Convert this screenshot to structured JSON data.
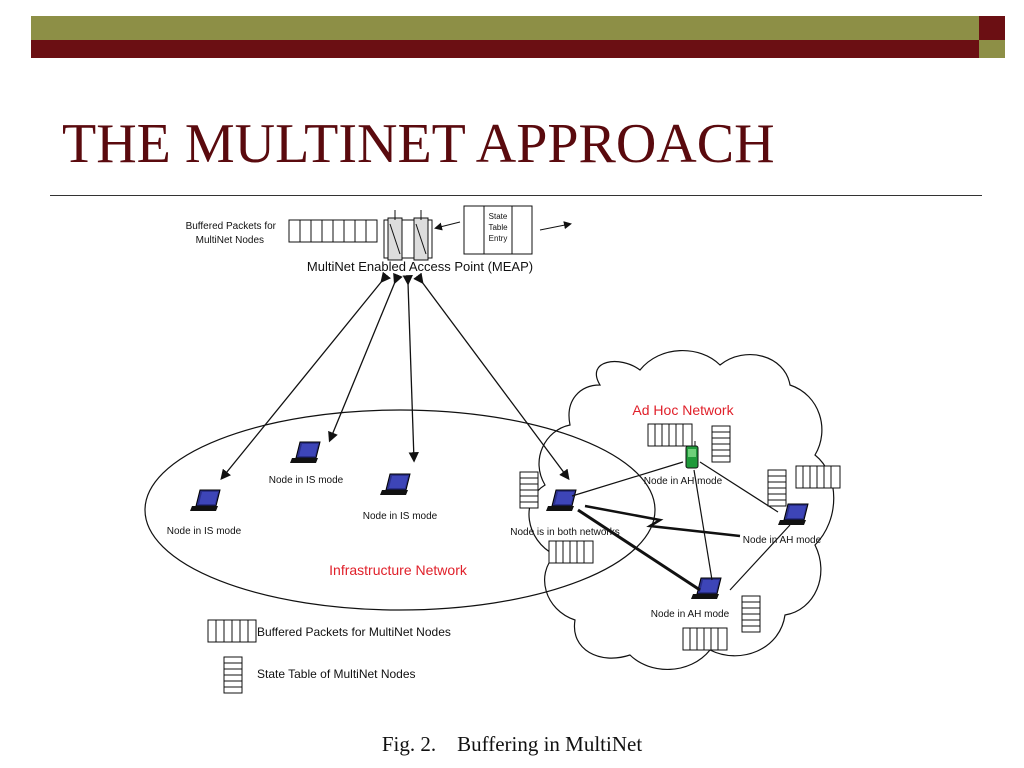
{
  "slide": {
    "title": "THE MULTINET APPROACH",
    "accent_colors": {
      "olive": "#8d8f46",
      "maroon": "#6b0f13",
      "title_text": "#5a0a0e",
      "label_red": "#e0202a"
    }
  },
  "diagram": {
    "meap_buffer_label_line1": "Buffered Packets for",
    "meap_buffer_label_line2": "MultiNet Nodes",
    "state_table_line1": "State",
    "state_table_line2": "Table",
    "state_table_line3": "Entry",
    "meap_label": "MultiNet Enabled Access Point (MEAP)",
    "adhoc_network_label": "Ad Hoc Network",
    "infrastructure_network_label": "Infrastructure Network",
    "nodes": [
      {
        "label": "Node in IS mode"
      },
      {
        "label": "Node in IS mode"
      },
      {
        "label": "Node in IS mode"
      },
      {
        "label": "Node is in both networks"
      },
      {
        "label": "Node in AH mode"
      },
      {
        "label": "Node in AH mode"
      },
      {
        "label": "Node in AH mode"
      }
    ],
    "legend": {
      "buffered": "Buffered Packets for MultiNet Nodes",
      "state_table": "State Table of MultiNet Nodes"
    }
  },
  "caption": {
    "fig": "Fig. 2.",
    "text": "Buffering in MultiNet"
  }
}
